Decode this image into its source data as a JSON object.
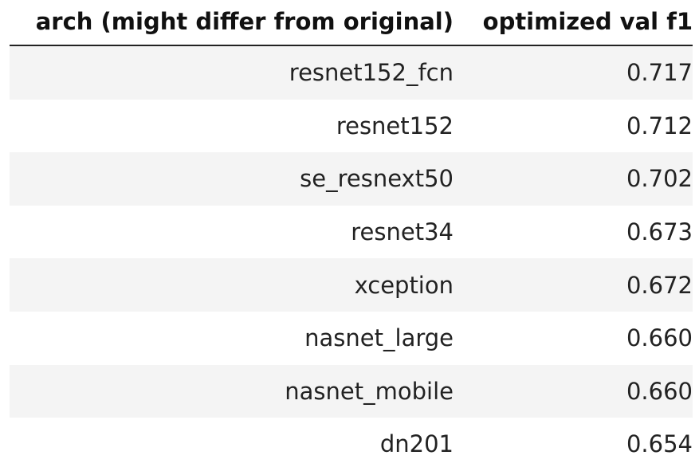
{
  "table": {
    "headers": [
      "arch (might differ from original)",
      "optimized val f1"
    ],
    "rows": [
      {
        "arch": "resnet152_fcn",
        "f1": "0.717"
      },
      {
        "arch": "resnet152",
        "f1": "0.712"
      },
      {
        "arch": "se_resnext50",
        "f1": "0.702"
      },
      {
        "arch": "resnet34",
        "f1": "0.673"
      },
      {
        "arch": "xception",
        "f1": "0.672"
      },
      {
        "arch": "nasnet_large",
        "f1": "0.660"
      },
      {
        "arch": "nasnet_mobile",
        "f1": "0.660"
      },
      {
        "arch": "dn201",
        "f1": "0.654"
      }
    ]
  }
}
